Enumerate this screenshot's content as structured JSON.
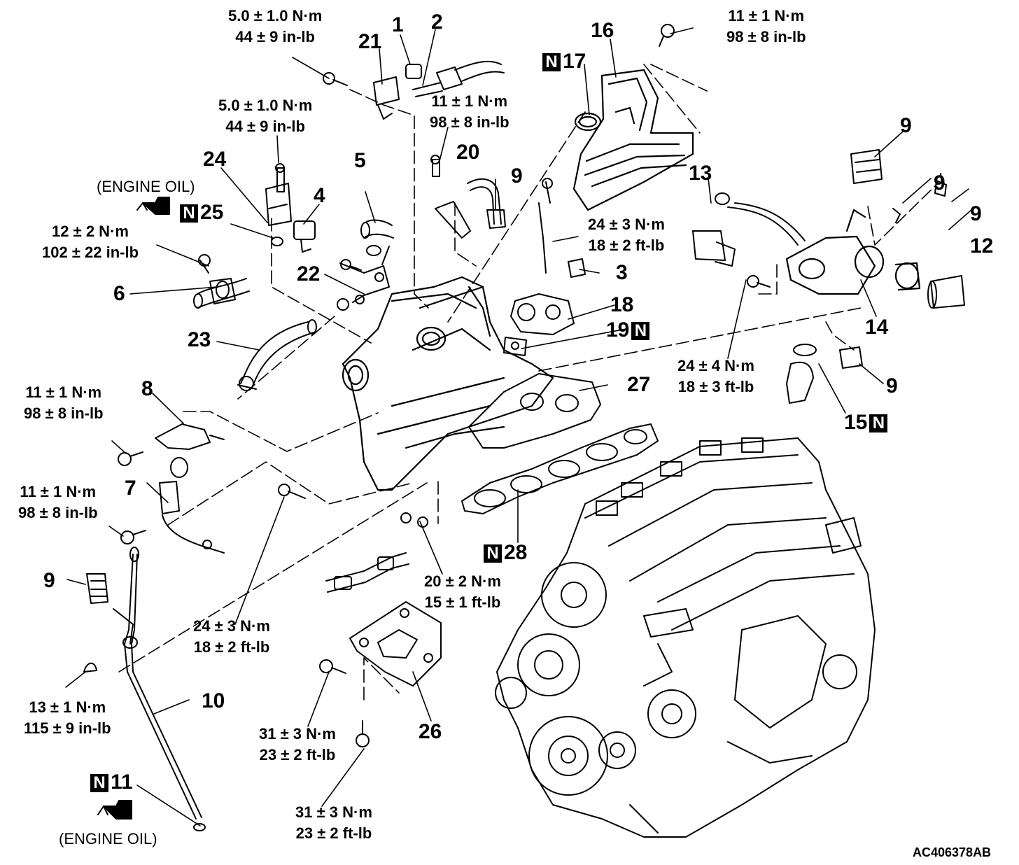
{
  "torque_specs": {
    "t1": [
      "5.0 ± 1.0 N·m",
      "44 ± 9 in-lb"
    ],
    "t2": [
      "11 ± 1 N·m",
      "98 ± 8 in-lb"
    ],
    "t3": [
      "5.0 ± 1.0 N·m",
      "44 ± 9 in-lb"
    ],
    "t4": [
      "11 ± 1 N·m",
      "98 ± 8 in-lb"
    ],
    "t5": [
      "12 ± 2 N·m",
      "102 ± 22 in-lb"
    ],
    "t6": [
      "24 ± 3 N·m",
      "18 ± 2 ft-lb"
    ],
    "t7": [
      "24 ± 4 N·m",
      "18 ± 3 ft-lb"
    ],
    "t8": [
      "11 ± 1 N·m",
      "98 ± 8 in-lb"
    ],
    "t9": [
      "11 ± 1 N·m",
      "98 ± 8 in-lb"
    ],
    "t10": [
      "20 ± 2 N·m",
      "15 ± 1 ft-lb"
    ],
    "t11": [
      "24 ± 3 N·m",
      "18 ± 2 ft-lb"
    ],
    "t12": [
      "13 ± 1 N·m",
      "115 ± 9 in-lb"
    ],
    "t13": [
      "31 ± 3 N·m",
      "23 ± 2 ft-lb"
    ],
    "t14": [
      "31 ± 3 N·m",
      "23 ± 2 ft-lb"
    ]
  },
  "callouts": {
    "c1": "1",
    "c2": "2",
    "c3": "3",
    "c4": "4",
    "c5": "5",
    "c6": "6",
    "c7": "7",
    "c8": "8",
    "c9a": "9",
    "c9b": "9",
    "c9c": "9",
    "c9d": "9",
    "c9e": "9",
    "c9f": "9",
    "c10": "10",
    "c11": "11",
    "c12": "12",
    "c13": "13",
    "c14": "14",
    "c15": "15",
    "c16": "16",
    "c17": "17",
    "c18": "18",
    "c19": "19",
    "c20": "20",
    "c21": "21",
    "c22": "22",
    "c23": "23",
    "c24": "24",
    "c25": "25",
    "c26": "26",
    "c27": "27",
    "c28": "28"
  },
  "new_part_marker": "N",
  "notes": {
    "engine_oil_top": "(ENGINE OIL)",
    "engine_oil_bottom": "(ENGINE OIL)"
  },
  "figure_id": "AC406378AB"
}
